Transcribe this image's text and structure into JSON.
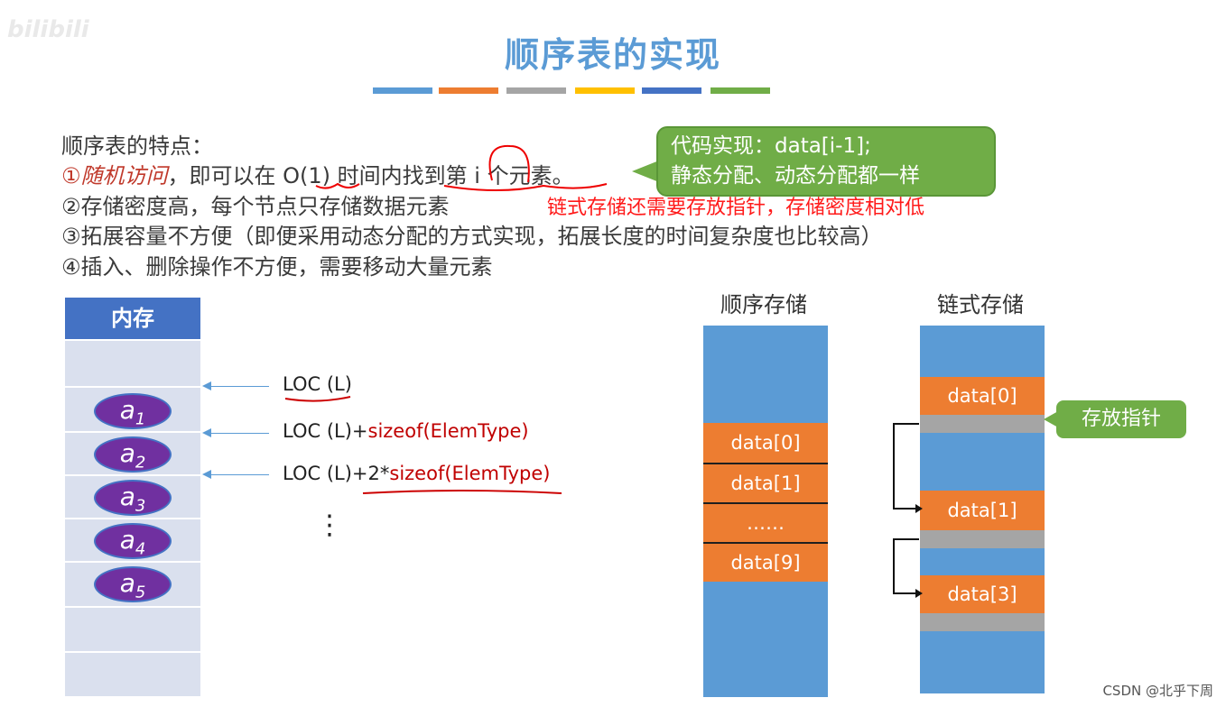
{
  "watermark": "bilibili",
  "title": "顺序表的实现",
  "color_bar": [
    "#5b9bd5",
    "#ed7d31",
    "#a5a5a5",
    "#ffc000",
    "#4472c4",
    "#70ad47"
  ],
  "features": {
    "heading": "顺序表的特点：",
    "item1_prefix": "①",
    "item1_keyword": "随机访问",
    "item1_rest": "，即可以在 O(1) 时间内找到第 i 个元素。",
    "item2": "②存储密度高，每个节点只存储数据元素",
    "item3": "③拓展容量不方便（即便采用动态分配的方式实现，拓展长度的时间复杂度也比较高）",
    "item4": "④插入、删除操作不方便，需要移动大量元素"
  },
  "callout": {
    "line1": "代码实现：data[i-1];",
    "line2": "静态分配、动态分配都一样"
  },
  "red_note": "链式存储还需要存放指针，存储密度相对低",
  "memory": {
    "header": "内存",
    "elements": [
      "a",
      "a",
      "a",
      "a",
      "a"
    ],
    "subscripts": [
      "1",
      "2",
      "3",
      "4",
      "5"
    ]
  },
  "addresses": {
    "loc0": "LOC (L)",
    "loc1_prefix": "LOC (L)+",
    "loc1_red": "sizeof(ElemType)",
    "loc2_prefix": "LOC (L)+2*",
    "loc2_red": "sizeof(ElemType)",
    "ellipsis": "⋮"
  },
  "sequential": {
    "heading": "顺序存储",
    "blocks": [
      "data[0]",
      "data[1]",
      "……",
      "data[9]"
    ]
  },
  "linked": {
    "heading": "链式存储",
    "blocks": [
      "data[0]",
      "data[1]",
      "data[3]"
    ],
    "pointer_label": "存放指针"
  },
  "credit": "CSDN @北乎下周"
}
